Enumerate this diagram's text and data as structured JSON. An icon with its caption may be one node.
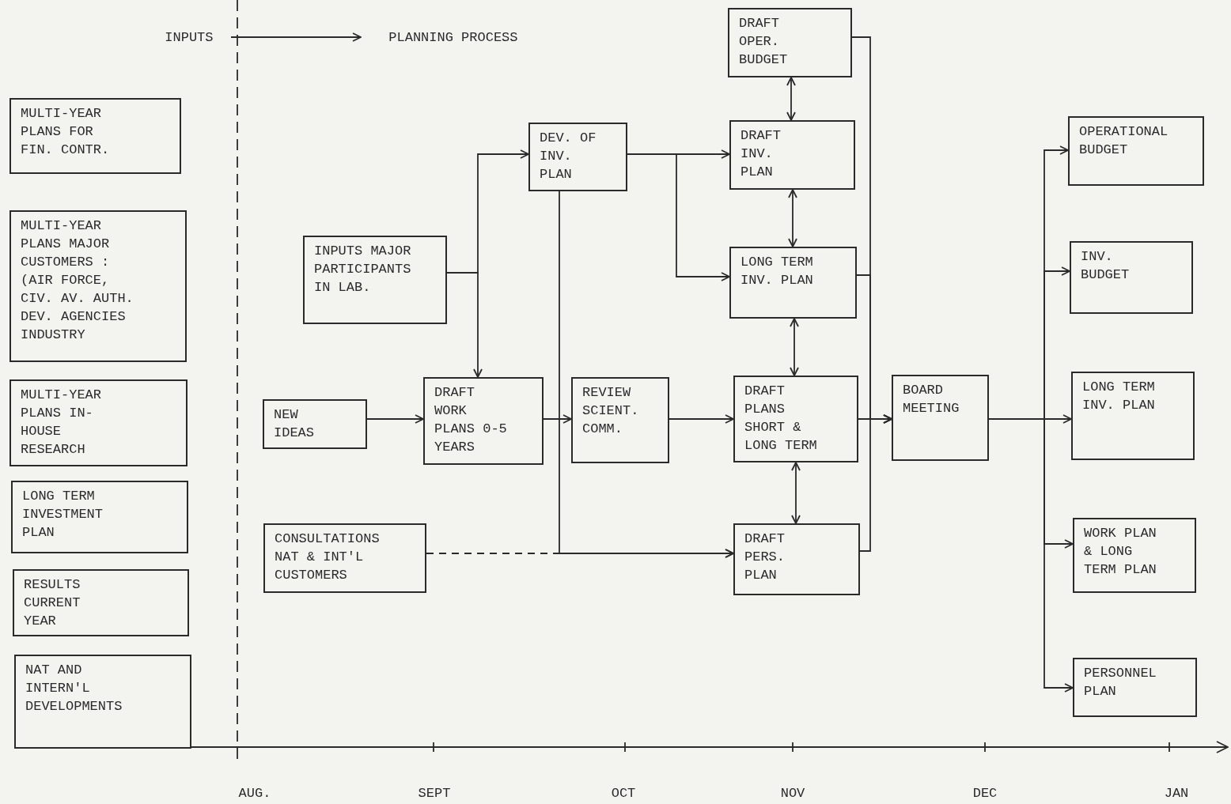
{
  "diagram": {
    "nodes": [
      {
        "text": [
          "INPUTS"
        ]
      },
      {
        "text": [
          "PLANNING PROCESS"
        ]
      },
      {
        "text": [
          "MULTI-YEAR PLANS FOR FIN. CONTR."
        ]
      },
      {
        "text": [
          "MULTI-YEAR PLANS MAJOR CUSTOMERS : (AIR FORCE, CIV. AV. AUTH. DEV. AGENCIES INDUSTRY"
        ]
      },
      {
        "text": [
          "MULTI-YEAR PLANS IN-HOUSE RESEARCH"
        ]
      },
      {
        "text": [
          "LONG TERM INVESTMENT PLAN"
        ]
      },
      {
        "text": [
          "RESULTS CURRENT YEAR"
        ]
      },
      {
        "text": [
          "NAT AND INTERN'L DEVELOPMENTS"
        ]
      },
      {
        "text": [
          "INPUTS MAJOR PARTICIPANTS IN LAB."
        ]
      },
      {
        "text": [
          "NEW IDEAS"
        ]
      },
      {
        "text": [
          "CONSULTATIONS NAT & INT'L CUSTOMERS"
        ]
      },
      {
        "text": [
          "DEV. OF INV. PLAN"
        ]
      },
      {
        "text": [
          "DRAFT WORK PLANS 0-5 YEARS"
        ]
      },
      {
        "text": [
          "REVIEW SCIENT. COMM."
        ]
      },
      {
        "text": [
          "DRAFT OPER. BUDGET"
        ]
      },
      {
        "text": [
          "DRAFT INV. PLAN"
        ]
      },
      {
        "text": [
          "LONG TERM INV. PLAN"
        ]
      },
      {
        "text": [
          "DRAFT PLANS SHORT & LONG TERM"
        ]
      },
      {
        "text": [
          "DRAFT PERS. PLAN"
        ]
      },
      {
        "text": [
          "BOARD MEETING"
        ]
      },
      {
        "text": [
          "OPERATIONAL BUDGET"
        ]
      },
      {
        "text": [
          "INV. BUDGET"
        ]
      },
      {
        "text": [
          "LONG TERM INV. PLAN"
        ]
      },
      {
        "text": [
          "WORK PLAN & LONG TERM PLAN"
        ]
      },
      {
        "text": [
          "PERSONNEL PLAN"
        ]
      }
    ],
    "edges": [
      {
        "from": 0,
        "to": 1,
        "arrow": "to"
      },
      {
        "from": 8,
        "to": 11,
        "arrow": "to"
      },
      {
        "from": 8,
        "to": 12,
        "arrow": "to"
      },
      {
        "from": 9,
        "to": 12,
        "arrow": "to"
      },
      {
        "from": 10,
        "to": 18,
        "arrow": "to",
        "style": "dashed"
      },
      {
        "from": 11,
        "to": 18,
        "arrow": "to"
      },
      {
        "from": 12,
        "to": 13,
        "arrow": "to"
      },
      {
        "from": 11,
        "to": 15,
        "arrow": "to"
      },
      {
        "from": 11,
        "to": 16,
        "arrow": "to"
      },
      {
        "from": 13,
        "to": 17,
        "arrow": "to"
      },
      {
        "from": 14,
        "to": 15,
        "arrow": "both"
      },
      {
        "from": 15,
        "to": 16,
        "arrow": "both"
      },
      {
        "from": 16,
        "to": 17,
        "arrow": "both"
      },
      {
        "from": 17,
        "to": 18,
        "arrow": "both"
      },
      {
        "from": 14,
        "to": 19,
        "arrow": "to"
      },
      {
        "from": 16,
        "to": 19,
        "arrow": "to"
      },
      {
        "from": 17,
        "to": 19,
        "arrow": "to"
      },
      {
        "from": 18,
        "to": 19,
        "arrow": "to"
      },
      {
        "from": 19,
        "to": 20,
        "arrow": "to"
      },
      {
        "from": 19,
        "to": 21,
        "arrow": "to"
      },
      {
        "from": 19,
        "to": 22,
        "arrow": "to"
      },
      {
        "from": 19,
        "to": 23,
        "arrow": "to"
      },
      {
        "from": 19,
        "to": 24,
        "arrow": "to"
      }
    ],
    "labels": [
      "AUG.",
      "SEPT",
      "OCT",
      "NOV",
      "DEC",
      "JAN"
    ]
  }
}
